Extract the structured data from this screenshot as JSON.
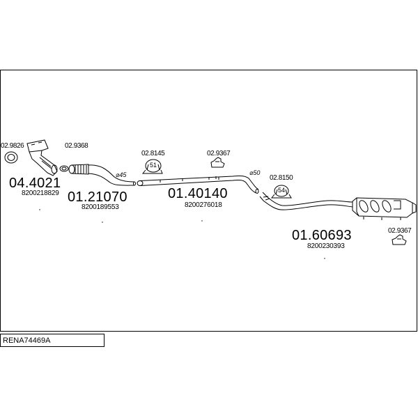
{
  "reference": "RENA74469A",
  "parts": {
    "gasket_1": {
      "code": "02.9826"
    },
    "catalyst": {
      "code": "04.4021",
      "oe": "8200218829"
    },
    "gasket_2": {
      "code": "02.9368"
    },
    "front_pipe": {
      "code": "01.21070",
      "oe": "8200189553",
      "diameter": "⌀45"
    },
    "clamp_1": {
      "code": "02.8145",
      "badge": "51"
    },
    "rubber_1": {
      "code": "02.9367"
    },
    "middle_pipe": {
      "code": "01.40140",
      "oe": "8200276018",
      "diameter": "⌀50"
    },
    "clamp_2": {
      "code": "02.8150",
      "badge": "54"
    },
    "rear_silencer": {
      "code": "01.60693",
      "oe": "8200230393"
    },
    "rubber_2": {
      "code": "02.9367"
    }
  }
}
